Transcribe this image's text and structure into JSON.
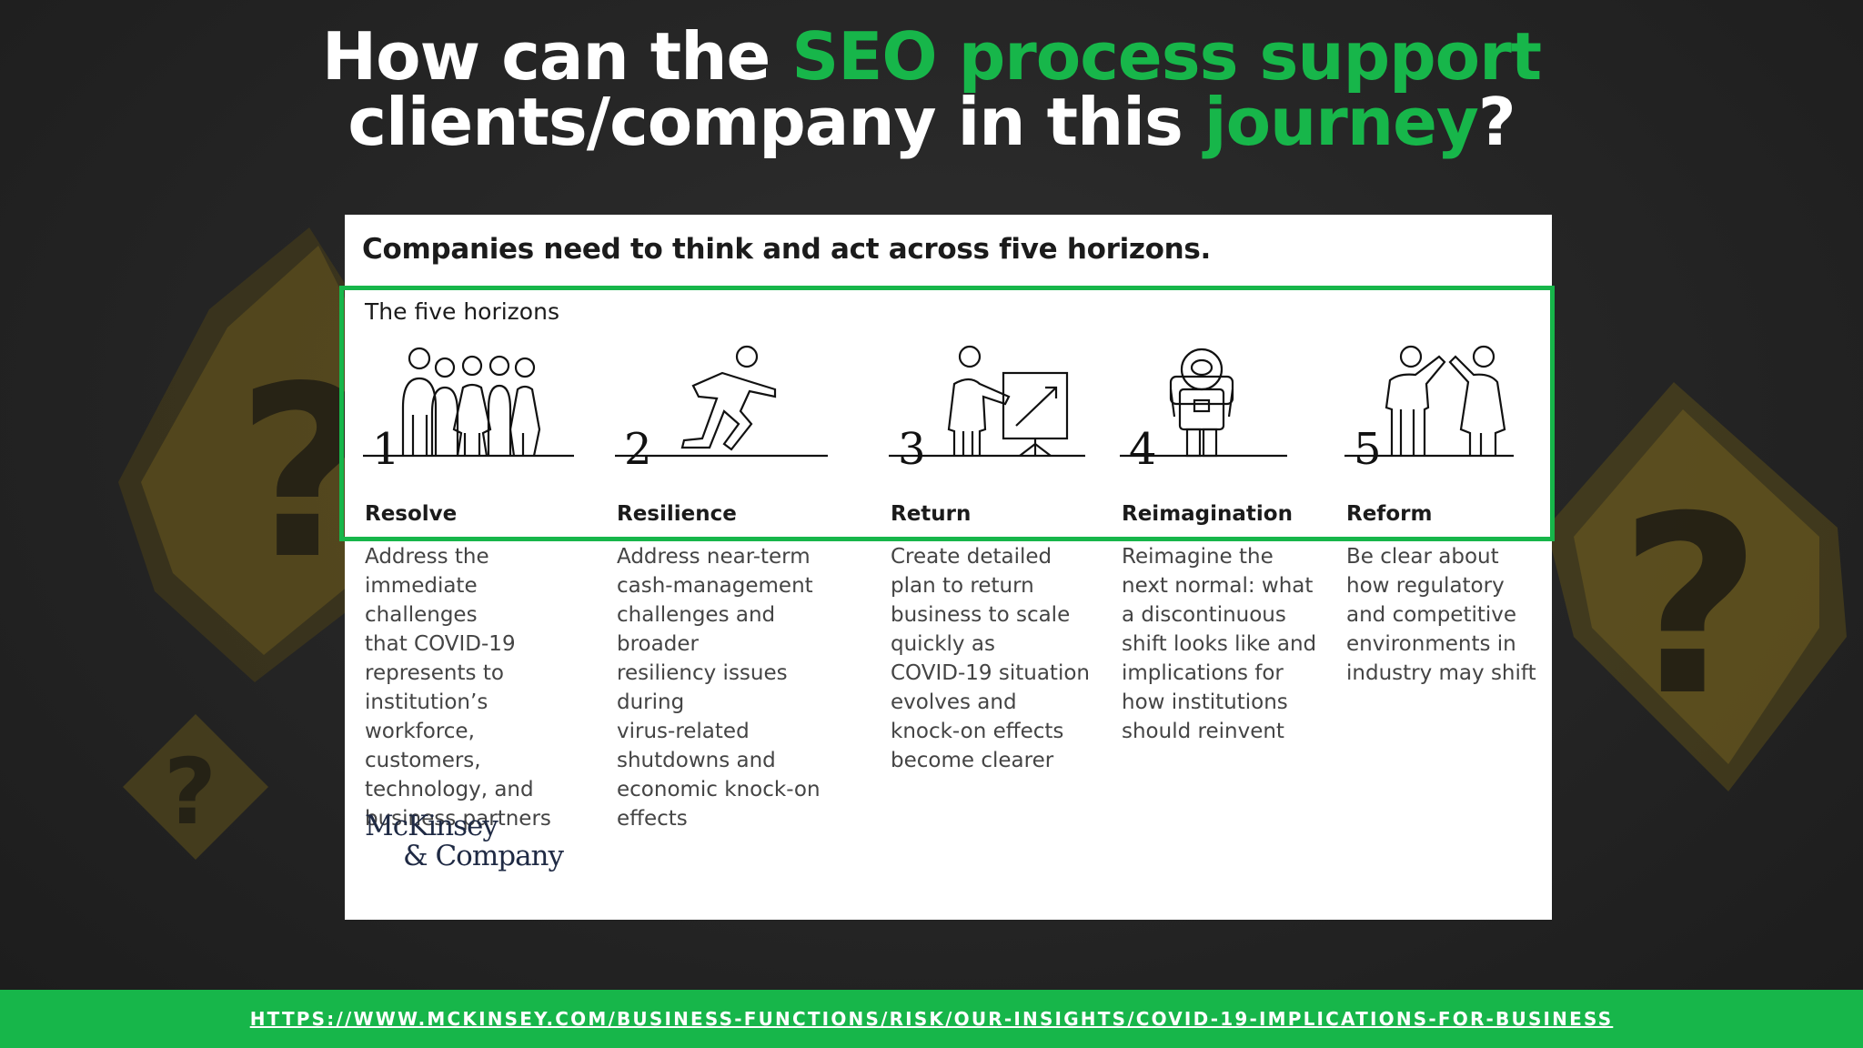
{
  "headline": {
    "part1": "How can the ",
    "part2": "SEO process support",
    "part3": "clients/company in this ",
    "part4": "journey",
    "part5": "?"
  },
  "card": {
    "title": "Companies need to think and act across five horizons.",
    "section_label": "The five horizons",
    "horizons": [
      {
        "num": "1",
        "name": "Resolve",
        "icon": "group-of-people-icon",
        "desc": "Address the\nimmediate challenges\nthat COVID-19\nrepresents to\ninstitution’s\nworkforce, customers,\ntechnology, and\nbusiness partners"
      },
      {
        "num": "2",
        "name": "Resilience",
        "icon": "running-person-icon",
        "desc": "Address near-term\ncash-management\nchallenges and broader\nresiliency issues during\nvirus-related\nshutdowns and\neconomic knock-on\neffects"
      },
      {
        "num": "3",
        "name": "Return",
        "icon": "presenter-chart-icon",
        "desc": "Create detailed\nplan to return\nbusiness to scale\nquickly as\nCOVID-19 situation\nevolves and\nknock-on effects\nbecome clearer"
      },
      {
        "num": "4",
        "name": "Reimagination",
        "icon": "astronaut-icon",
        "desc": "Reimagine the\nnext normal: what\na discontinuous\nshift looks like and\nimplications for\nhow institutions\nshould reinvent"
      },
      {
        "num": "5",
        "name": "Reform",
        "icon": "high-five-icon",
        "desc": "Be clear about\nhow regulatory\nand competitive\nenvironments in\nindustry may shift"
      }
    ],
    "logo_line1": "McKinsey",
    "logo_line2": "& Company"
  },
  "footer": {
    "url": "HTTPS://WWW.MCKINSEY.COM/BUSINESS-FUNCTIONS/RISK/OUR-INSIGHTS/COVID-19-IMPLICATIONS-FOR-BUSINESS"
  },
  "colors": {
    "accent": "#17b64a",
    "background": "#262626",
    "card": "#ffffff"
  }
}
